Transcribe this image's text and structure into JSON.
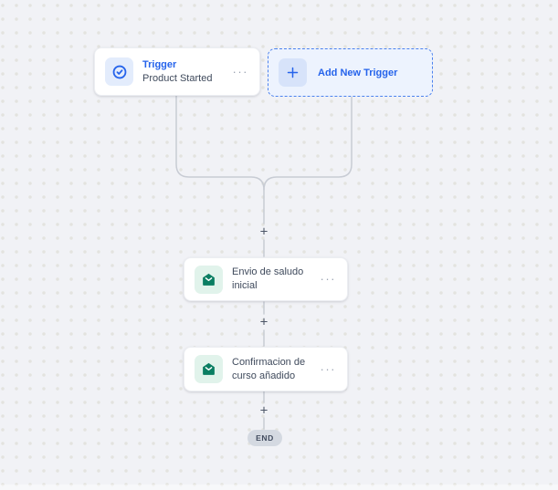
{
  "trigger_node": {
    "title": "Trigger",
    "subtitle": "Product Started",
    "more_icon_glyph": "···"
  },
  "add_trigger_button": {
    "label": "Add New Trigger",
    "plus_glyph": "+"
  },
  "steps": [
    {
      "label": "Envio de saludo inicial",
      "more_icon_glyph": "···"
    },
    {
      "label": "Confirmacion de curso añadido",
      "more_icon_glyph": "···"
    }
  ],
  "connector_plus_glyph": "+",
  "end_label": "END",
  "icons": {
    "trigger": "check-circle-icon",
    "add_trigger": "plus-icon",
    "step": "email-icon",
    "more": "more-options-icon"
  },
  "colors": {
    "canvas_bg": "#f1f2f6",
    "dot_grid": "#e3e3df",
    "connector": "#c8ccd4",
    "accent_blue": "#2563eb",
    "trigger_icon_bg": "#e3ecfc",
    "add_button_bg": "#edf3fe",
    "email_green": "#0a7e62",
    "email_icon_bg": "#e1f3eb",
    "node_text": "#3f4a5c",
    "end_pill_bg": "#d4d9e1"
  }
}
